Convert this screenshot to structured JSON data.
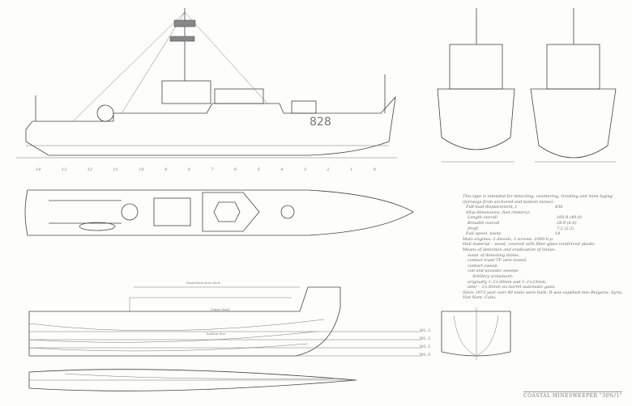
{
  "drawing": {
    "title": "COASTAL MINESWEEPER \"30%/1\"",
    "hull_number": "828",
    "stations": [
      "14",
      "13",
      "12",
      "11",
      "10",
      "9",
      "8",
      "7",
      "6",
      "5",
      "4",
      "3",
      "2",
      "1",
      "0"
    ],
    "waterlines": [
      "WL 3",
      "WL 2",
      "WL 1",
      "WL 0"
    ],
    "plan_labels": {
      "superstructure": "Superstructure deck",
      "upper_deck": "Upper deck",
      "bottom": "bottom line"
    }
  },
  "spec": {
    "intro": "This type is intended for detecting, countering, trawling and mine laying (fairways from anchored and bottom mines).",
    "rows": [
      {
        "k": "Full-load displacement, t",
        "v": "438"
      },
      {
        "k": "Ship dimensions, feet (meters):",
        "v": ""
      },
      {
        "k": "Length overall",
        "v": "160.9 (49.0)"
      },
      {
        "k": "Breadth overall",
        "v": "28.9 (8.8)"
      },
      {
        "k": "Draft",
        "v": "7.2 (2.2)"
      },
      {
        "k": "Full speed, knots",
        "v": "14"
      }
    ],
    "lines": [
      "Main engines: 2 diesels, 2 screws, 2000 h.p.",
      "Hull material – wood, covered with fiber-glass-reinforced plastic",
      "Means of detection and eradication of mines:"
    ],
    "sub": [
      "sonar of detecting mines,",
      "contact trawl TF wire-towed,",
      "contact sweep,",
      "coil and acoustic sweeps",
      "Artillery armament:",
      "originally 1–2×30mm and 1–2×25mm,",
      "later – 2×30mm six-barrel automatic guns."
    ],
    "footer": "Since 1973 year over 40 units were built. It was supplied into Bulgaria, Syria, Viet Nam, Cuba."
  }
}
